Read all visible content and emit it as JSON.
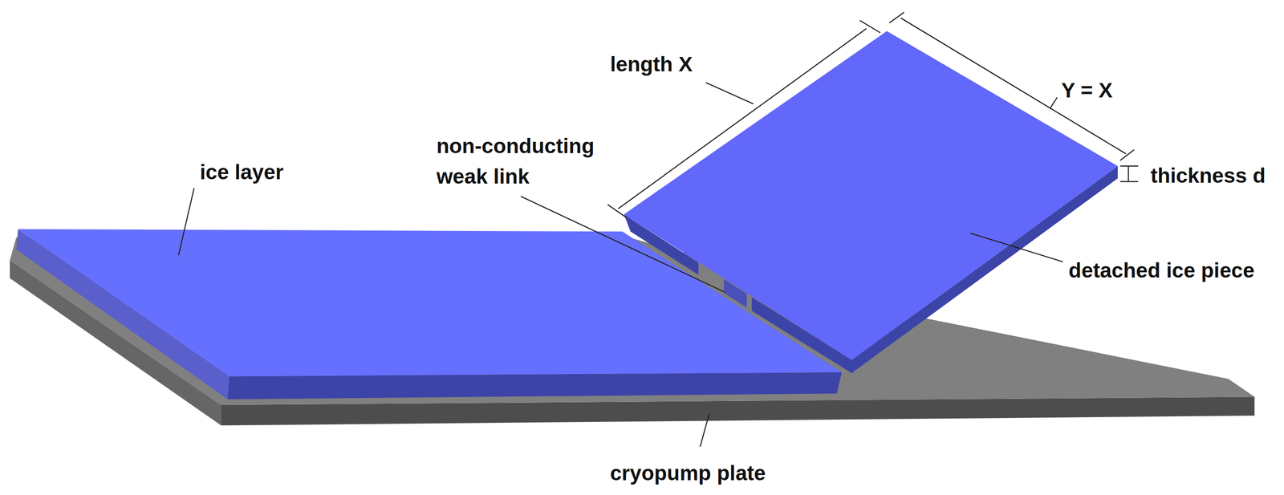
{
  "diagram": {
    "labels": [
      "length X",
      "Y = X",
      "thickness d",
      "ice layer",
      "non-conducting weak link",
      "detached ice piece",
      "cryopump plate"
    ]
  }
}
